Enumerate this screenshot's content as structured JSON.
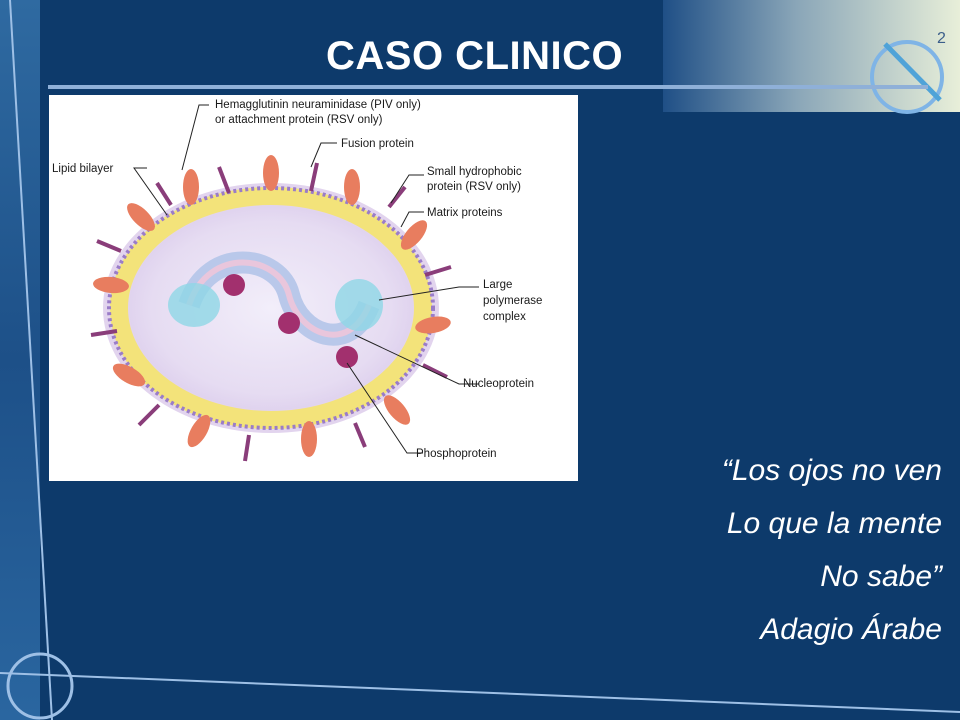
{
  "slide": {
    "title": "CASO CLINICO",
    "number": "2"
  },
  "diagram": {
    "labels": {
      "lipid_bilayer": "Lipid bilayer",
      "hemagglutinin_1": "Hemagglutinin neuraminidase (PIV only)",
      "hemagglutinin_2": "or attachment protein (RSV only)",
      "fusion_protein": "Fusion protein",
      "small_hydrophobic_1": "Small hydrophobic",
      "small_hydrophobic_2": "protein (RSV only)",
      "matrix_proteins": "Matrix proteins",
      "large_polymerase_1": "Large",
      "large_polymerase_2": "polymerase",
      "large_polymerase_3": "complex",
      "nucleoprotein": "Nucleoprotein",
      "phosphoprotein": "Phosphoprotein"
    }
  },
  "quote": {
    "line1": "“Los ojos no ven",
    "line2": "Lo que la mente",
    "line3": "No sabe”",
    "attribution": "Adagio Árabe"
  },
  "colors": {
    "background": "#0d3a6b",
    "accent_line": "#8fb0d8",
    "title_text": "#ffffff"
  }
}
